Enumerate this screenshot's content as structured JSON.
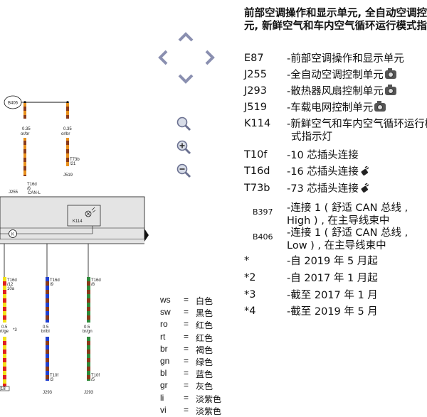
{
  "diagram": {
    "connector_b406": "B406",
    "connector_b17": "18",
    "j255_label": "J255",
    "j255_pin": "T16d",
    "j255_pin_num": "/6",
    "j255_can": "CAN-L",
    "k114_label": "K114",
    "k114_jsymbol": "K",
    "wires": [
      {
        "size": "0.35",
        "color": "or/br"
      },
      {
        "size": "0.35",
        "color": "or/br"
      },
      {
        "size": "0.5",
        "color": "rt/ge",
        "note": "*3"
      },
      {
        "size": "0.5",
        "color": "br/bl"
      },
      {
        "size": "0.5",
        "color": "br/gn"
      }
    ],
    "j519_pin": "T73b",
    "j519_pin_num": "/21",
    "j519_label": "J519",
    "lower_pins": [
      {
        "name": "T16d",
        "num": "/12",
        "sub": "10a"
      },
      {
        "name": "T16d",
        "num": "/9"
      },
      {
        "name": "T16d",
        "num": "/8"
      }
    ],
    "j293_pins": [
      {
        "name": "T10f",
        "num": "/3",
        "label": "J293"
      },
      {
        "name": "T10f",
        "num": "/5",
        "label": "J293"
      }
    ]
  },
  "nav": {
    "up": "chevron-up-icon",
    "down": "chevron-down-icon",
    "left": "chevron-left-icon",
    "right": "chevron-right-icon",
    "zoom": "magnifier-icon",
    "zoom_in": "zoom-in-icon",
    "zoom_out": "zoom-out-icon"
  },
  "panel": {
    "title": "前部空调操作和显示单元, 全自动空调控制单元, 新鲜空气和车内空气循环运行模式指示灯",
    "legend": [
      {
        "code": "E87",
        "text": "前部空调操作和显示单元"
      },
      {
        "code": "J255",
        "text": "全自动空调控制单元",
        "icon": "camera-icon"
      },
      {
        "code": "J293",
        "text": "散热器风扇控制单元",
        "icon": "camera-icon"
      },
      {
        "code": "J519",
        "text": "车载电网控制单元",
        "icon": "camera-icon"
      },
      {
        "code": "K114",
        "text": "新鲜空气和车内空气循环运行模",
        "text2": "式指示灯"
      },
      {
        "code": "T10f",
        "text": "10 芯插头连接"
      },
      {
        "code": "T16d",
        "text": "16 芯插头连接",
        "icon": "plug-icon"
      },
      {
        "code": "T73b",
        "text": "73 芯插头连接",
        "icon": "plug-icon"
      },
      {
        "code": "B397",
        "text": "连接 1 ( 舒适 CAN 总线 ,",
        "text2": "High ) , 在主导线束中"
      },
      {
        "code": "B406",
        "text": "连接 1 ( 舒适 CAN 总线 ,",
        "text2": "Low ) , 在主导线束中"
      },
      {
        "code": "*",
        "text": "自 2019 年 5 月起"
      },
      {
        "code": "*2",
        "text": "自 2017 年 1 月起"
      },
      {
        "code": "*3",
        "text": "截至 2017 年 1 月"
      },
      {
        "code": "*4",
        "text": "截至 2019 年 5 月"
      }
    ]
  },
  "colors": [
    {
      "code": "ws",
      "eq": "=",
      "name": "白色"
    },
    {
      "code": "sw",
      "eq": "=",
      "name": "黑色"
    },
    {
      "code": "ro",
      "eq": "=",
      "name": "红色"
    },
    {
      "code": "rt",
      "eq": "=",
      "name": "红色"
    },
    {
      "code": "br",
      "eq": "=",
      "name": "褐色"
    },
    {
      "code": "gn",
      "eq": "=",
      "name": "绿色"
    },
    {
      "code": "bl",
      "eq": "=",
      "name": "蓝色"
    },
    {
      "code": "gr",
      "eq": "=",
      "name": "灰色"
    },
    {
      "code": "li",
      "eq": "=",
      "name": "淡紫色"
    },
    {
      "code": "vi",
      "eq": "=",
      "name": "淡紫色"
    }
  ],
  "palette": {
    "orange": "#e8901c",
    "brown": "#8a3a1a",
    "red": "#e02020",
    "yellow": "#f2e21a",
    "blue": "#2040d0",
    "green": "#2e8b3a",
    "panel_grey": "#e4e4e4"
  }
}
